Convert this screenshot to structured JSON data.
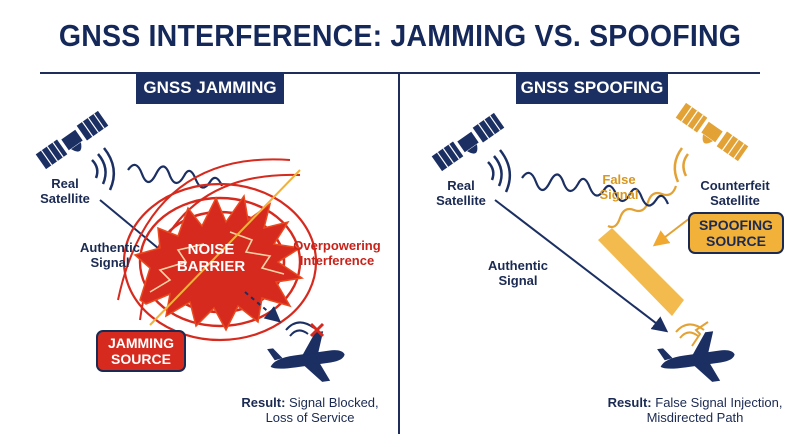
{
  "title": "GNSS INTERFERENCE: JAMMING VS. SPOOFING",
  "left": {
    "heading": "GNSS JAMMING",
    "real_satellite": [
      "Real",
      "Satellite"
    ],
    "authentic_signal": [
      "Authentic",
      "Signal"
    ],
    "noise_barrier": [
      "NOISE",
      "BARRIER"
    ],
    "overpowering": [
      "Overpowering",
      "Interference"
    ],
    "source_badge": [
      "JAMMING",
      "SOURCE"
    ],
    "result_label": "Result:",
    "result_text": [
      "Signal Blocked,",
      "Loss of Service"
    ]
  },
  "right": {
    "heading": "GNSS SPOOFING",
    "real_satellite": [
      "Real",
      "Satellite"
    ],
    "false_signal": [
      "False",
      "Signal"
    ],
    "counterfeit_satellite": [
      "Counterfeit",
      "Satellite"
    ],
    "source_badge": [
      "SPOOFING",
      "SOURCE"
    ],
    "authentic_signal": [
      "Authentic",
      "Signal"
    ],
    "result_label": "Result:",
    "result_text": [
      "False Signal Injection,",
      "Misdirected Path"
    ]
  },
  "colors": {
    "navy": "#1b2f63",
    "red": "#d62a1e",
    "gold": "#f2b23a",
    "text_navy": "#1b2a52"
  },
  "icons": [
    "satellite-icon",
    "airplane-icon",
    "signal-waves-icon",
    "x-mark-icon",
    "noise-burst-icon"
  ]
}
